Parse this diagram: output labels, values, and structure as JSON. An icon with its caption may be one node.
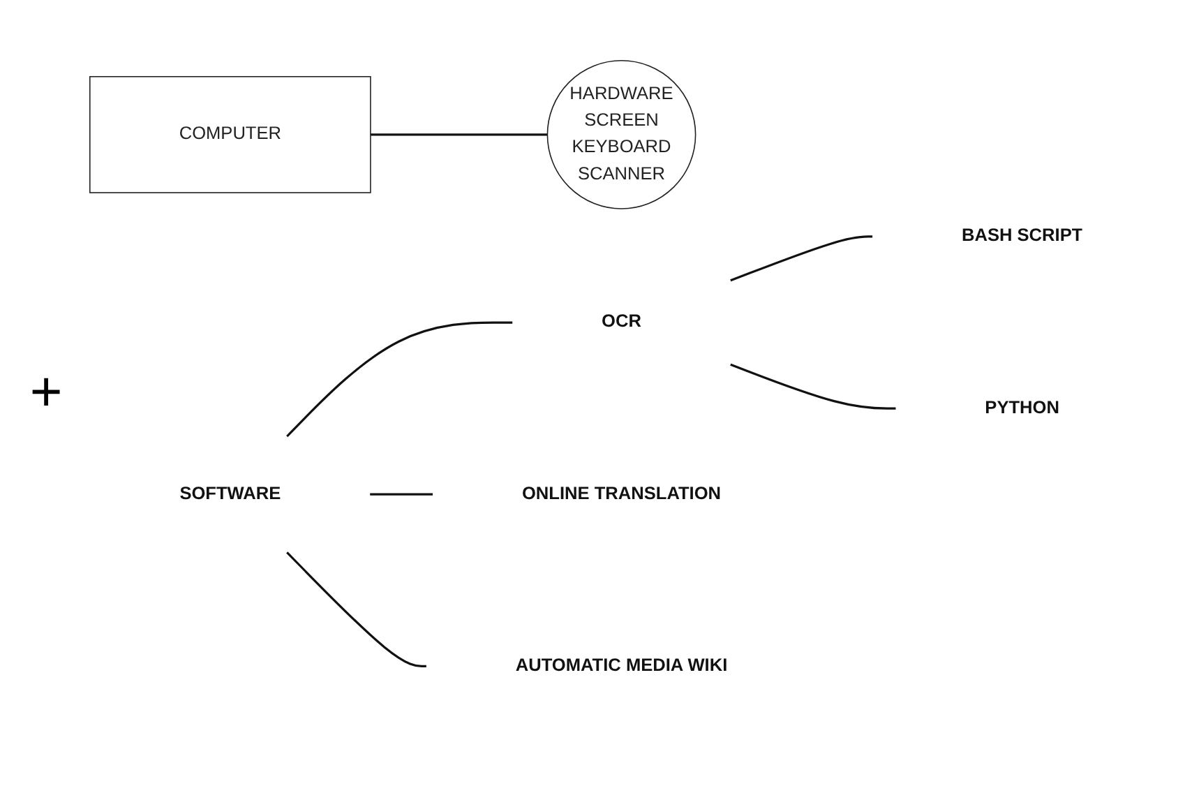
{
  "diagram": {
    "nodes": [
      {
        "text": [
          "COMPUTER"
        ]
      },
      {
        "text": [
          "HARDWARE",
          "SCREEN",
          "KEYBOARD",
          "SCANNER"
        ]
      },
      {
        "text": [
          "SOFTWARE"
        ]
      },
      {
        "text": [
          "OCR"
        ]
      },
      {
        "text": [
          "BASH SCRIPT"
        ]
      },
      {
        "text": [
          "PYTHON"
        ]
      },
      {
        "text": [
          "ONLINE TRANSLATION"
        ]
      },
      {
        "text": [
          "AUTOMATIC MEDIA WIKI"
        ]
      }
    ],
    "edges": [
      {
        "from": 0,
        "to": 1,
        "arrow": "none"
      },
      {
        "from": 2,
        "to": 3,
        "arrow": "none"
      },
      {
        "from": 3,
        "to": 4,
        "arrow": "none"
      },
      {
        "from": 3,
        "to": 5,
        "arrow": "none"
      },
      {
        "from": 2,
        "to": 6,
        "arrow": "none"
      },
      {
        "from": 2,
        "to": 7,
        "arrow": "none"
      }
    ],
    "labels": [
      "+"
    ]
  }
}
